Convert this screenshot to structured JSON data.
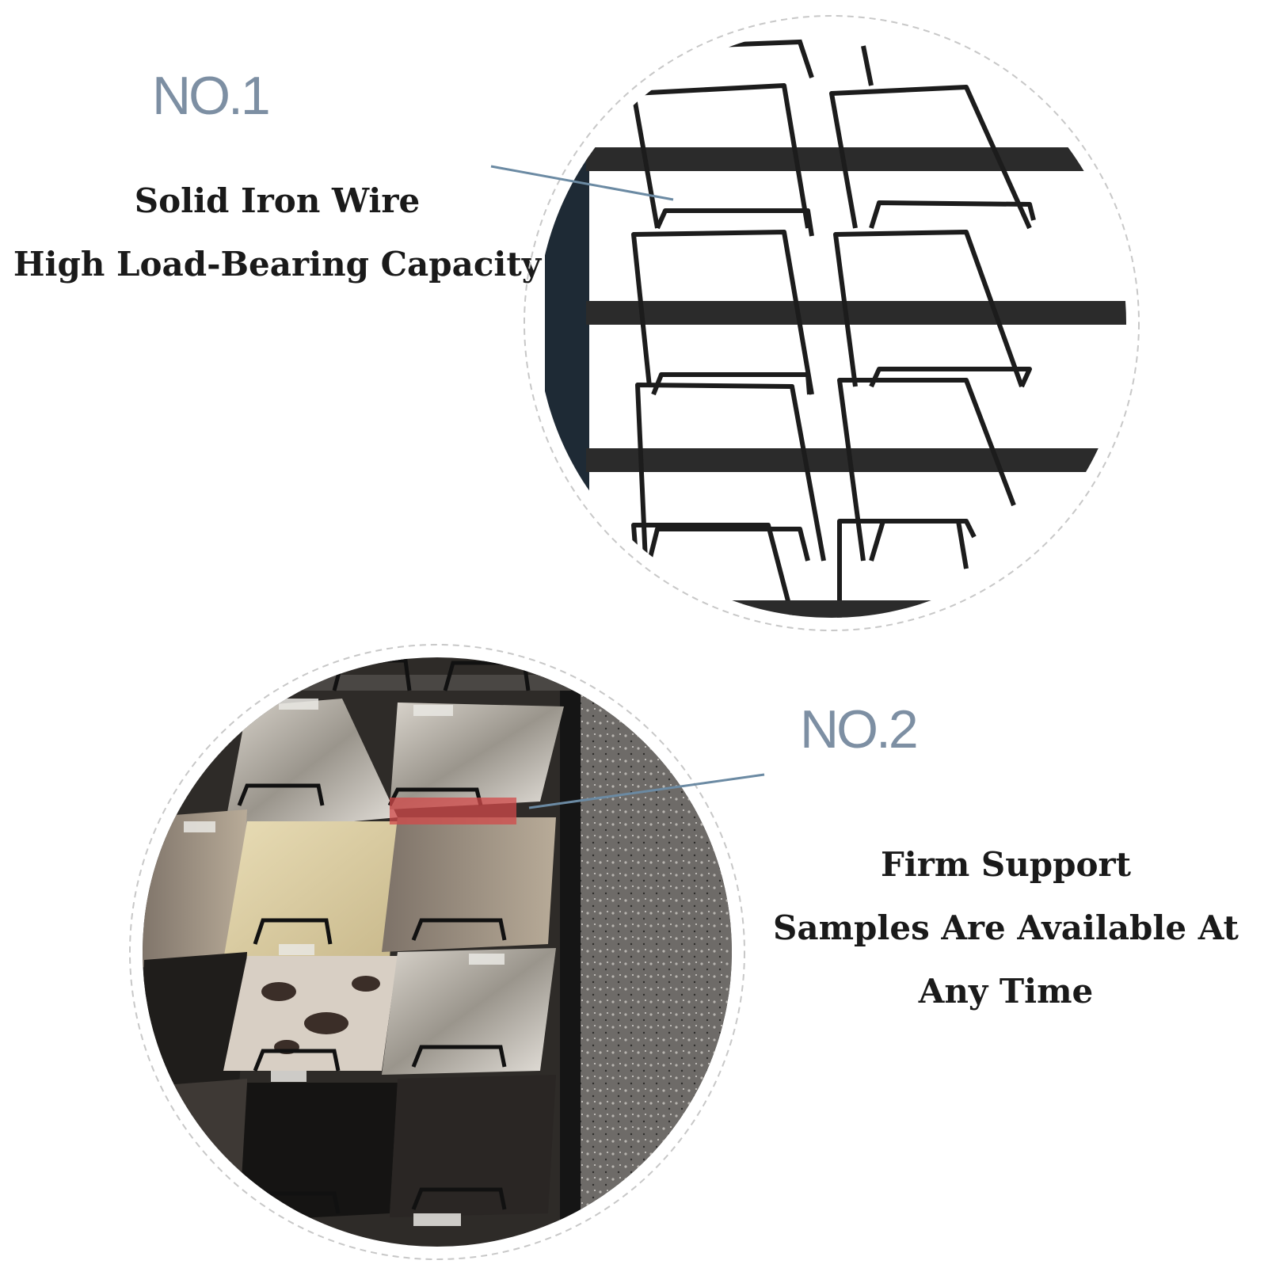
{
  "feature1": {
    "number": "NO.1",
    "line1": "Solid Iron Wire",
    "line2": "High Load-Bearing Capacity"
  },
  "feature2": {
    "number": "NO.2",
    "line1": "Firm Support",
    "line2": "Samples Are Available At",
    "line3": "Any Time"
  },
  "colors": {
    "number_text": "#7d8fa3",
    "caption_text": "#1a1a1a",
    "pointer_line": "#6b8aa3",
    "dashed_circle": "#c8c8c8",
    "wire": "#1c1c1c"
  }
}
